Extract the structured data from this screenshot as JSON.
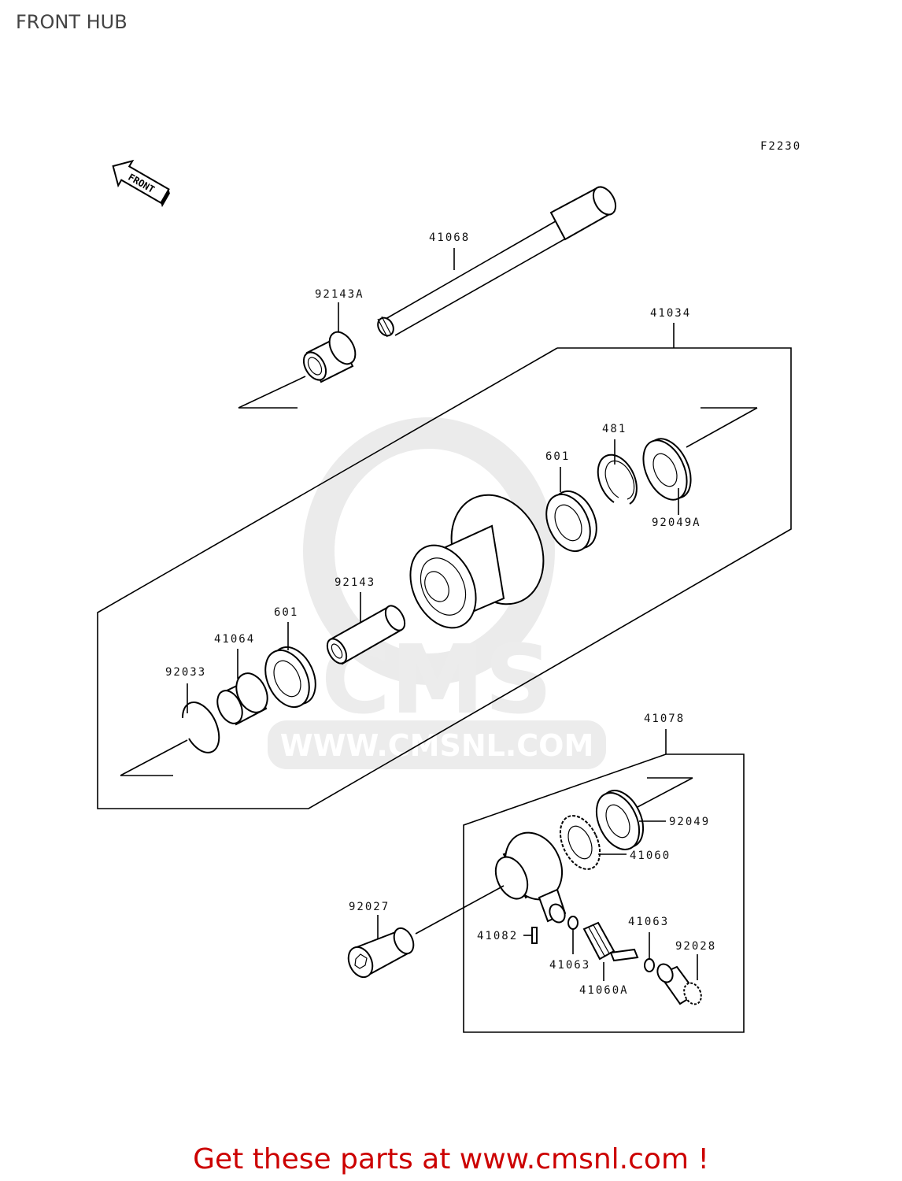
{
  "page": {
    "title": "FRONT HUB",
    "diagram_code": "F2230",
    "front_arrow_label": "FRONT",
    "footer": "Get these parts at www.cmsnl.com !",
    "watermark": "WWW.CMSNL.COM",
    "watermark_logo": "CMS"
  },
  "parts": {
    "p41068": "41068",
    "p92143A": "92143A",
    "p41034": "41034",
    "p481": "481",
    "p601a": "601",
    "p92049A": "92049A",
    "p92143": "92143",
    "p601b": "601",
    "p41064": "41064",
    "p92033": "92033",
    "p41078": "41078",
    "p92049": "92049",
    "p41060": "41060",
    "p92027": "92027",
    "p41063a": "41063",
    "p41082": "41082",
    "p41063b": "41063",
    "p92028": "92028",
    "p41060A": "41060A"
  },
  "colors": {
    "footer": "#cc0000",
    "title": "#444444",
    "watermark": "#e6e6e6"
  }
}
